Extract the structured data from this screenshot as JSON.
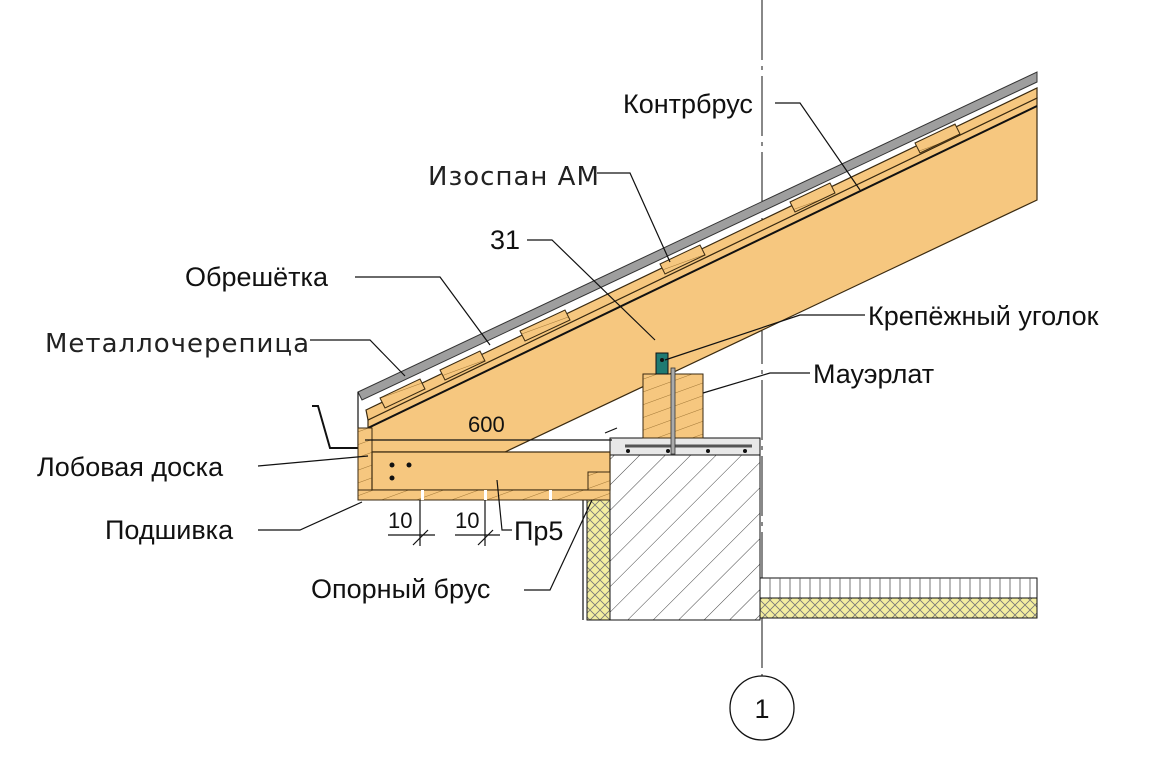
{
  "labels": {
    "counter_batten": "Контрбрус",
    "izospan": "Изоспан АМ",
    "item_31": "31",
    "battens": "Обрешётка",
    "metal_tile": "Металлочерепица",
    "bracket": "Крепёжный уголок",
    "mauerlat": "Мауэрлат",
    "fascia": "Лобовая доска",
    "soffit": "Подшивка",
    "pr5": "Пр5",
    "support_beam": "Опорный брус"
  },
  "dimensions": {
    "overhang": "600",
    "gap_1": "10",
    "gap_2": "10"
  },
  "axis": {
    "marker": "1"
  },
  "colors": {
    "wood": "#f6c77f",
    "metal": "#9e9e9e",
    "bracket": "#1f7a72",
    "insulation": "#f3eea0"
  }
}
